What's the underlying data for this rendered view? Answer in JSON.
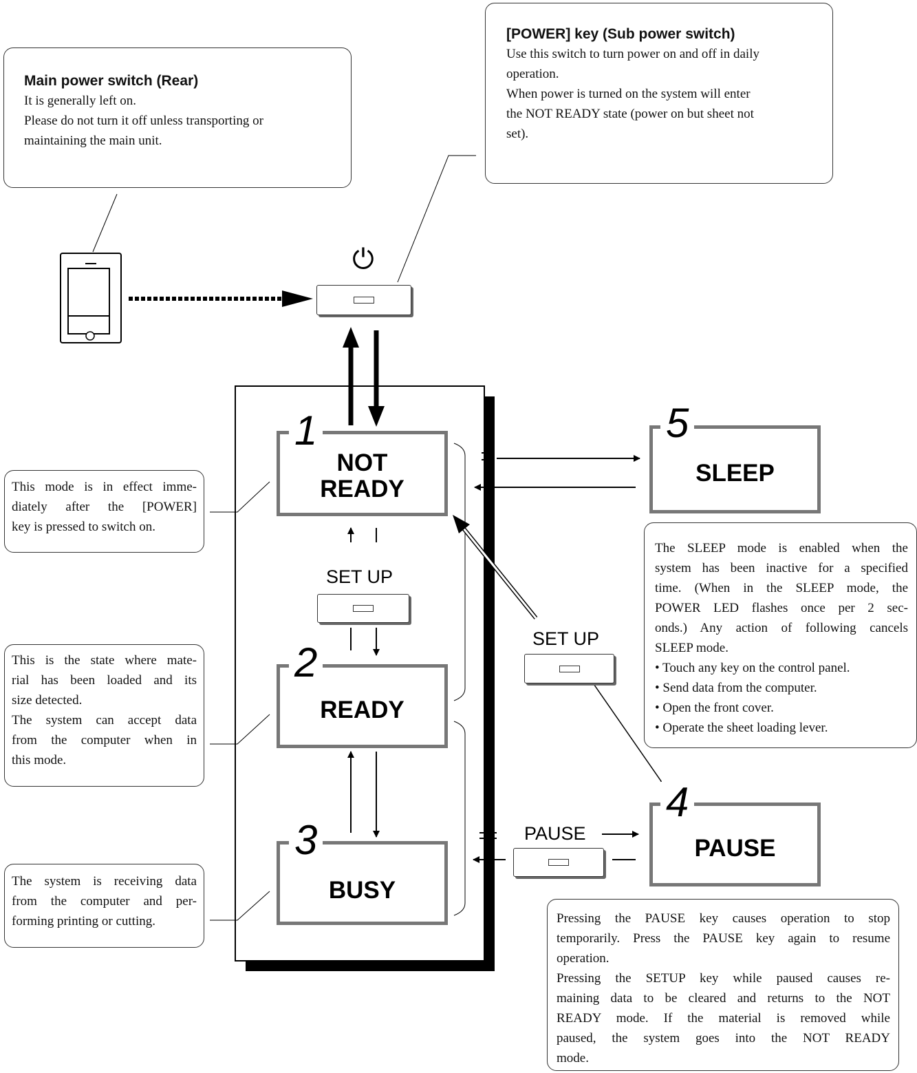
{
  "main_power_callout": {
    "title": "Main power switch (Rear)",
    "lines": [
      "It is generally left on.",
      "Please do not turn it off unless transporting or",
      "maintaining the main unit."
    ]
  },
  "power_key_callout": {
    "title": "[POWER] key (Sub power switch)",
    "lines": [
      "Use this switch to turn power on and off in daily",
      "operation.",
      "When power is turned on the system will enter",
      "the NOT READY state (power on but sheet not",
      "set)."
    ]
  },
  "states": [
    {
      "number": "1",
      "label_lines": [
        "NOT",
        "READY"
      ]
    },
    {
      "number": "2",
      "label_lines": [
        "READY"
      ]
    },
    {
      "number": "3",
      "label_lines": [
        "BUSY"
      ]
    },
    {
      "number": "4",
      "label_lines": [
        "PAUSE"
      ]
    },
    {
      "number": "5",
      "label_lines": [
        "SLEEP"
      ]
    }
  ],
  "keys": {
    "setup_center_label": "SET UP",
    "setup_right_label": "SET UP",
    "pause_label": "PAUSE",
    "power_symbol": "⏻"
  },
  "not_ready_note": {
    "lines": [
      "This mode is in effect imme-",
      "diately after the [POWER]",
      "key is pressed to switch on."
    ]
  },
  "ready_note": {
    "lines": [
      "This is the state where mate-",
      "rial has been loaded and its",
      "size detected.",
      "The system can accept data",
      "from the computer when in",
      "this mode."
    ]
  },
  "busy_note": {
    "lines": [
      "The system is receiving data",
      "from the computer and per-",
      "forming printing or cutting."
    ]
  },
  "sleep_note": {
    "lines": [
      "The SLEEP mode is enabled when the",
      "system has been inactive for a specified",
      "time.  (When in the SLEEP mode, the",
      "POWER LED flashes once per 2 sec-",
      "onds.) Any action of following cancels",
      "SLEEP mode.",
      "• Touch any key on the control panel.",
      "• Send data from the computer.",
      "• Open the front cover.",
      "• Operate the sheet loading lever."
    ]
  },
  "pause_note": {
    "lines": [
      "Pressing the PAUSE key causes operation to stop",
      "temporarily. Press the PAUSE key again to resume",
      "operation.",
      "Pressing the SETUP key while paused causes re-",
      "maining data to be cleared and returns to the NOT",
      "READY mode. If the material is removed while",
      "paused, the system goes into the NOT READY",
      "mode."
    ]
  },
  "colors": {
    "frame": "#000000",
    "state_border": "#777777",
    "text": "#111111"
  }
}
